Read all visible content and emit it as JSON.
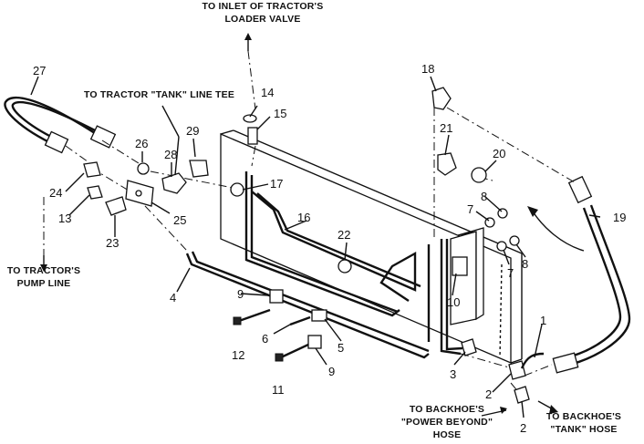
{
  "captions": {
    "inlet": [
      "TO INLET OF TRACTOR'S",
      "LOADER VALVE"
    ],
    "tank_tee": "TO TRACTOR \"TANK\" LINE TEE",
    "pump_line": [
      "TO TRACTOR'S",
      "PUMP LINE"
    ],
    "power_beyond": [
      "TO BACKHOE'S",
      "\"POWER BEYOND\"",
      "HOSE"
    ],
    "tank_hose": [
      "TO BACKHOE'S",
      "\"TANK\" HOSE"
    ]
  },
  "callouts": [
    "1",
    "2",
    "2",
    "3",
    "4",
    "5",
    "6",
    "7",
    "7",
    "8",
    "8",
    "9",
    "9",
    "10",
    "11",
    "12",
    "13",
    "14",
    "15",
    "16",
    "17",
    "18",
    "19",
    "20",
    "21",
    "22",
    "23",
    "24",
    "25",
    "26",
    "27",
    "28",
    "29"
  ]
}
